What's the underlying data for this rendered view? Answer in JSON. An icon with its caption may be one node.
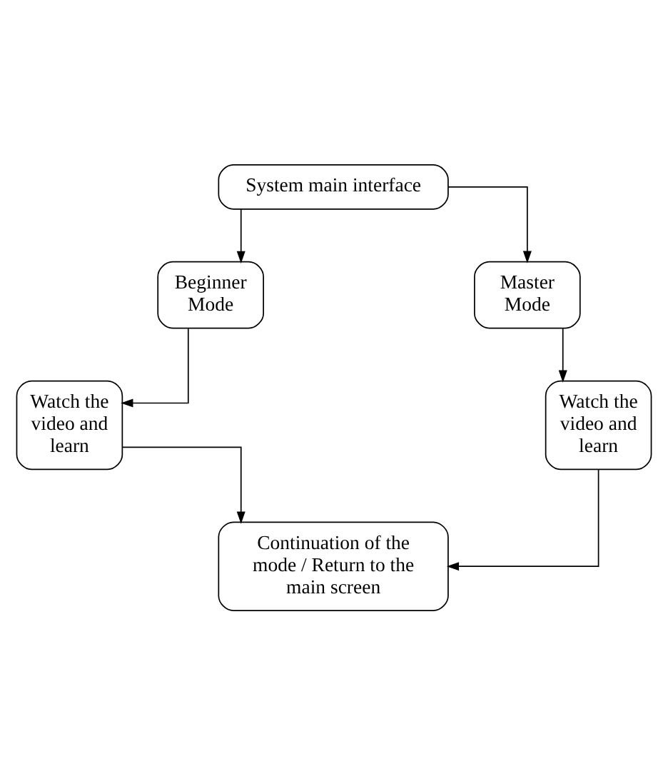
{
  "diagram": {
    "nodes": [
      {
        "text": [
          "System main interface"
        ]
      },
      {
        "text": [
          "Beginner Mode"
        ]
      },
      {
        "text": [
          "Master Mode"
        ]
      },
      {
        "text": [
          "Watch the video and learn"
        ]
      },
      {
        "text": [
          "Watch the video and learn"
        ]
      },
      {
        "text": [
          "Continuation of the mode / Return to the main screen"
        ]
      }
    ],
    "edges": [
      {
        "from": 0,
        "to": 1,
        "arrow": "to"
      },
      {
        "from": 0,
        "to": 2,
        "arrow": "to"
      },
      {
        "from": 1,
        "to": 3,
        "arrow": "to"
      },
      {
        "from": 2,
        "to": 4,
        "arrow": "to"
      },
      {
        "from": 3,
        "to": 5,
        "arrow": "to"
      },
      {
        "from": 4,
        "to": 5,
        "arrow": "to"
      }
    ]
  }
}
